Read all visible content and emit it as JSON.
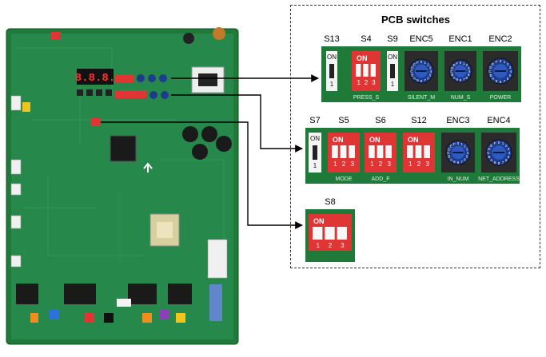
{
  "title": "PCB switches",
  "groups": [
    {
      "id": "top",
      "switches": [
        {
          "name": "S13",
          "kind": "dip",
          "positions": 1
        },
        {
          "name": "S4",
          "kind": "dip",
          "positions": 3,
          "caption": "PRESS_S"
        },
        {
          "name": "S9",
          "kind": "dip",
          "positions": 1
        },
        {
          "name": "ENC5",
          "kind": "rotary",
          "caption": "SILENT_M"
        },
        {
          "name": "ENC1",
          "kind": "rotary",
          "caption": "NUM_S"
        },
        {
          "name": "ENC2",
          "kind": "rotary",
          "caption": "POWER"
        }
      ]
    },
    {
      "id": "middle",
      "switches": [
        {
          "name": "S7",
          "kind": "dip",
          "positions": 1
        },
        {
          "name": "S5",
          "kind": "dip",
          "positions": 3,
          "caption": "MODE"
        },
        {
          "name": "S6",
          "kind": "dip",
          "positions": 3,
          "caption": "ADD_F"
        },
        {
          "name": "S12",
          "kind": "dip",
          "positions": 3
        },
        {
          "name": "ENC3",
          "kind": "rotary",
          "caption": "IN_NUM"
        },
        {
          "name": "ENC4",
          "kind": "rotary",
          "caption": "NET_ADDRESS"
        }
      ]
    },
    {
      "id": "bottom",
      "switches": [
        {
          "name": "S8",
          "kind": "dip",
          "positions": 3
        }
      ]
    }
  ],
  "switch_on_label": "ON",
  "position_numbers": [
    "1",
    "2",
    "3"
  ],
  "rotary_digits": "0123456789ABCDEF",
  "colors": {
    "pcb_green": "#1f7a3a",
    "dip_red": "#e03535",
    "rotary_blue": "#1d3c8a",
    "frame": "#333333"
  }
}
